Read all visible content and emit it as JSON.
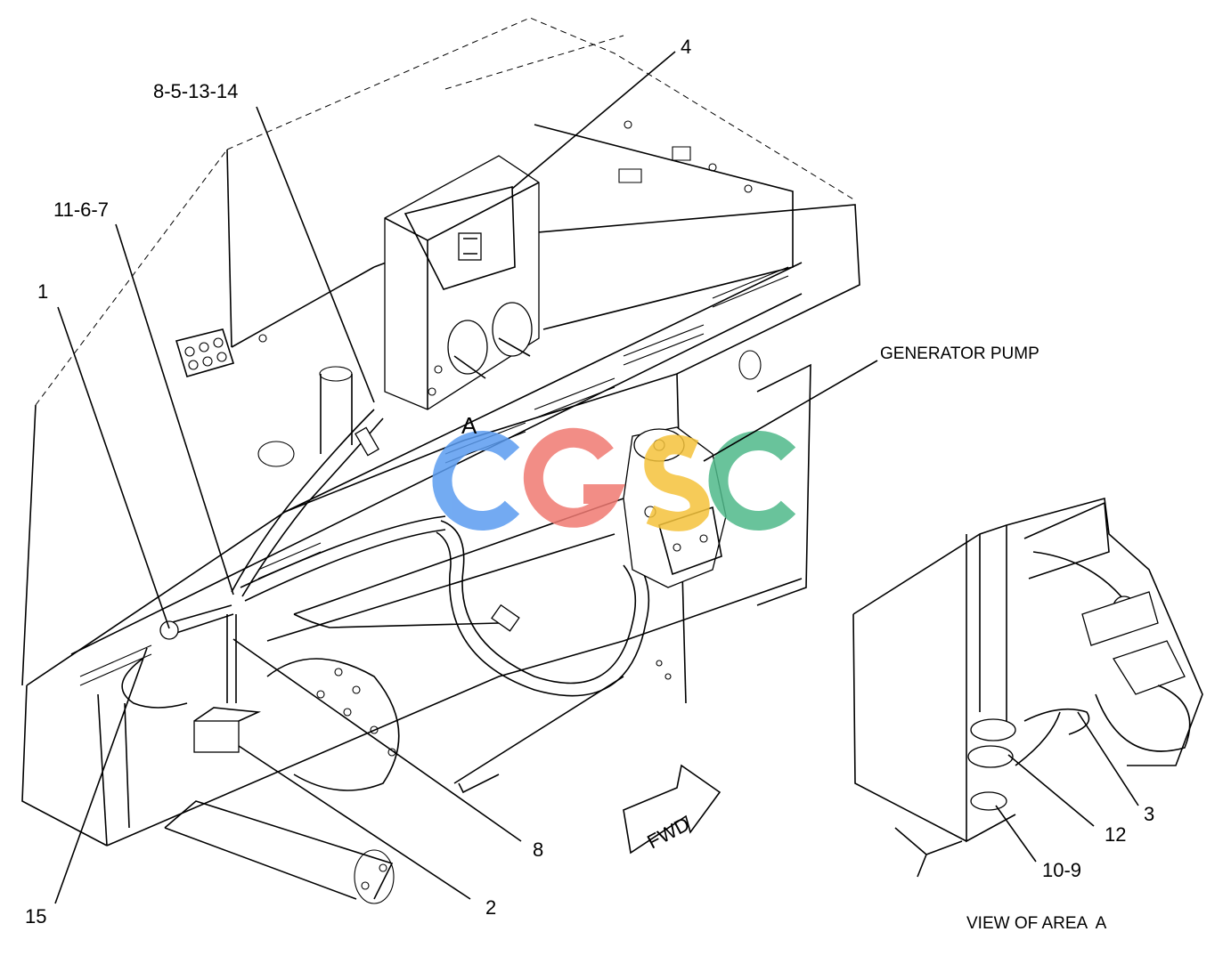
{
  "callouts": {
    "c4": "4",
    "c8_5_13_14": "8-5-13-14",
    "c11_6_7": "11-6-7",
    "c1": "1",
    "c15": "15",
    "c2": "2",
    "c8": "8",
    "c3": "3",
    "c12": "12",
    "c10_9": "10-9",
    "area_a": "A"
  },
  "labels": {
    "generator_pump": "GENERATOR PUMP",
    "fwd": "FWD",
    "view_of_area": "VIEW OF AREA  A"
  },
  "watermark": {
    "text": "CGSC",
    "colors": {
      "c1": "#5b9cf0",
      "g": "#f07a72",
      "s": "#f5c33b",
      "c2": "#4fb98a"
    }
  }
}
